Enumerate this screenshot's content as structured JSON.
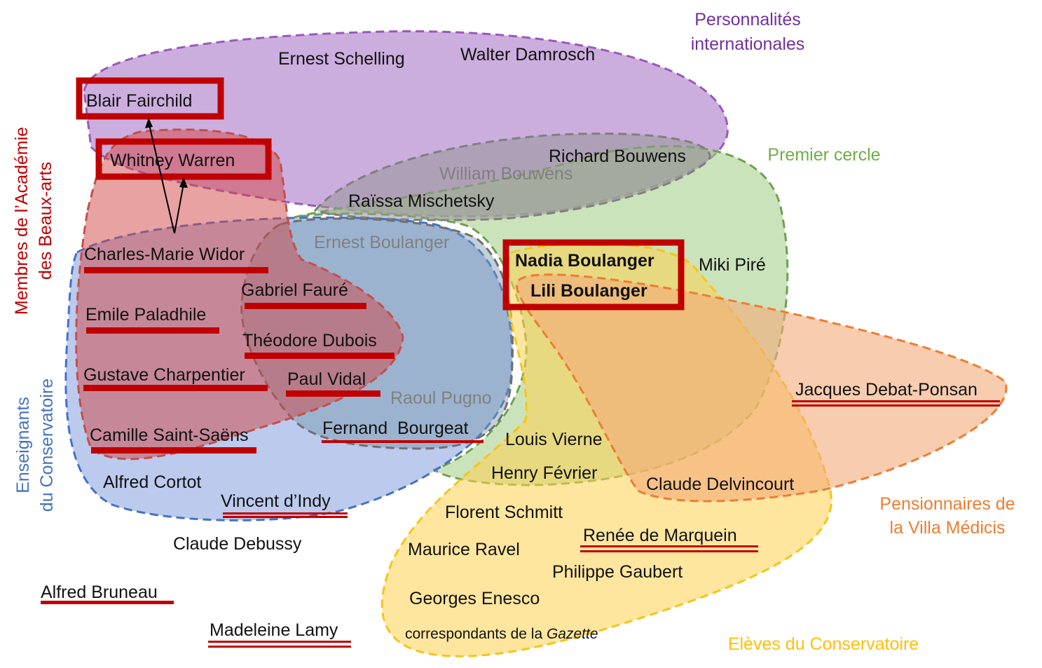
{
  "categories": {
    "international_1": "Personnalités",
    "international_2": "internationales",
    "premier_cercle": "Premier cercle",
    "villa_1": "Pensionnaires de",
    "villa_2": "la Villa Médicis",
    "eleves": "Elèves du Conservatoire",
    "academie_1": "Membres de l’Académie",
    "academie_2": "des Beaux-arts",
    "enseignants_1": "Enseignants",
    "enseignants_2": "du Conservatoire"
  },
  "people": {
    "ernest_schelling": "Ernest Schelling",
    "walter_damrosch": "Walter Damrosch",
    "blair_fairchild": "Blair Fairchild",
    "whitney_warren": "Whitney Warren",
    "richard_bouwens": "Richard Bouwens",
    "william_bouwens": "William Bouwens",
    "raissa_mischetsky": "Raïssa Mischetsky",
    "ernest_boulanger": "Ernest Boulanger",
    "charles_marie_widor": "Charles-Marie Widor",
    "gabriel_faure": "Gabriel Fauré",
    "emile_paladhile": "Emile Paladhile",
    "theodore_dubois": "Théodore Dubois",
    "gustave_charpentier": "Gustave Charpentier",
    "paul_vidal": "Paul Vidal",
    "raoul_pugno": "Raoul Pugno",
    "camille_saint_saens": "Camille Saint-Saëns",
    "fernand_bourgeat": "Fernand  Bourgeat",
    "nadia_boulanger": "Nadia Boulanger",
    "lili_boulanger": "Lili Boulanger",
    "miki_pire": "Miki Piré",
    "jacques_debat_ponsan": "Jacques Debat-Ponsan",
    "louis_vierne": "Louis Vierne",
    "henry_fevrier": "Henry Février",
    "claude_delvincourt": "Claude Delvincourt",
    "alfred_cortot": "Alfred Cortot",
    "vincent_dindy": "Vincent d’Indy",
    "claude_debussy": "Claude Debussy",
    "florent_schmitt": "Florent Schmitt",
    "renee_de_marquein": "Renée de Marquein",
    "maurice_ravel": "Maurice Ravel",
    "philippe_gaubert": "Philippe Gaubert",
    "georges_enesco": "Georges Enesco",
    "correspondants": "correspondants de la ",
    "gazette": "Gazette",
    "alfred_bruneau": "Alfred Bruneau",
    "madeleine_lamy": "Madeleine Lamy"
  },
  "colors": {
    "international": "#9b59b6",
    "academie": "#c0504d",
    "enseignants": "#4472c4",
    "premier_cercle": "#70ad47",
    "villa": "#ed7d31",
    "eleves": "#ffc000",
    "highlight": "#c00000"
  }
}
